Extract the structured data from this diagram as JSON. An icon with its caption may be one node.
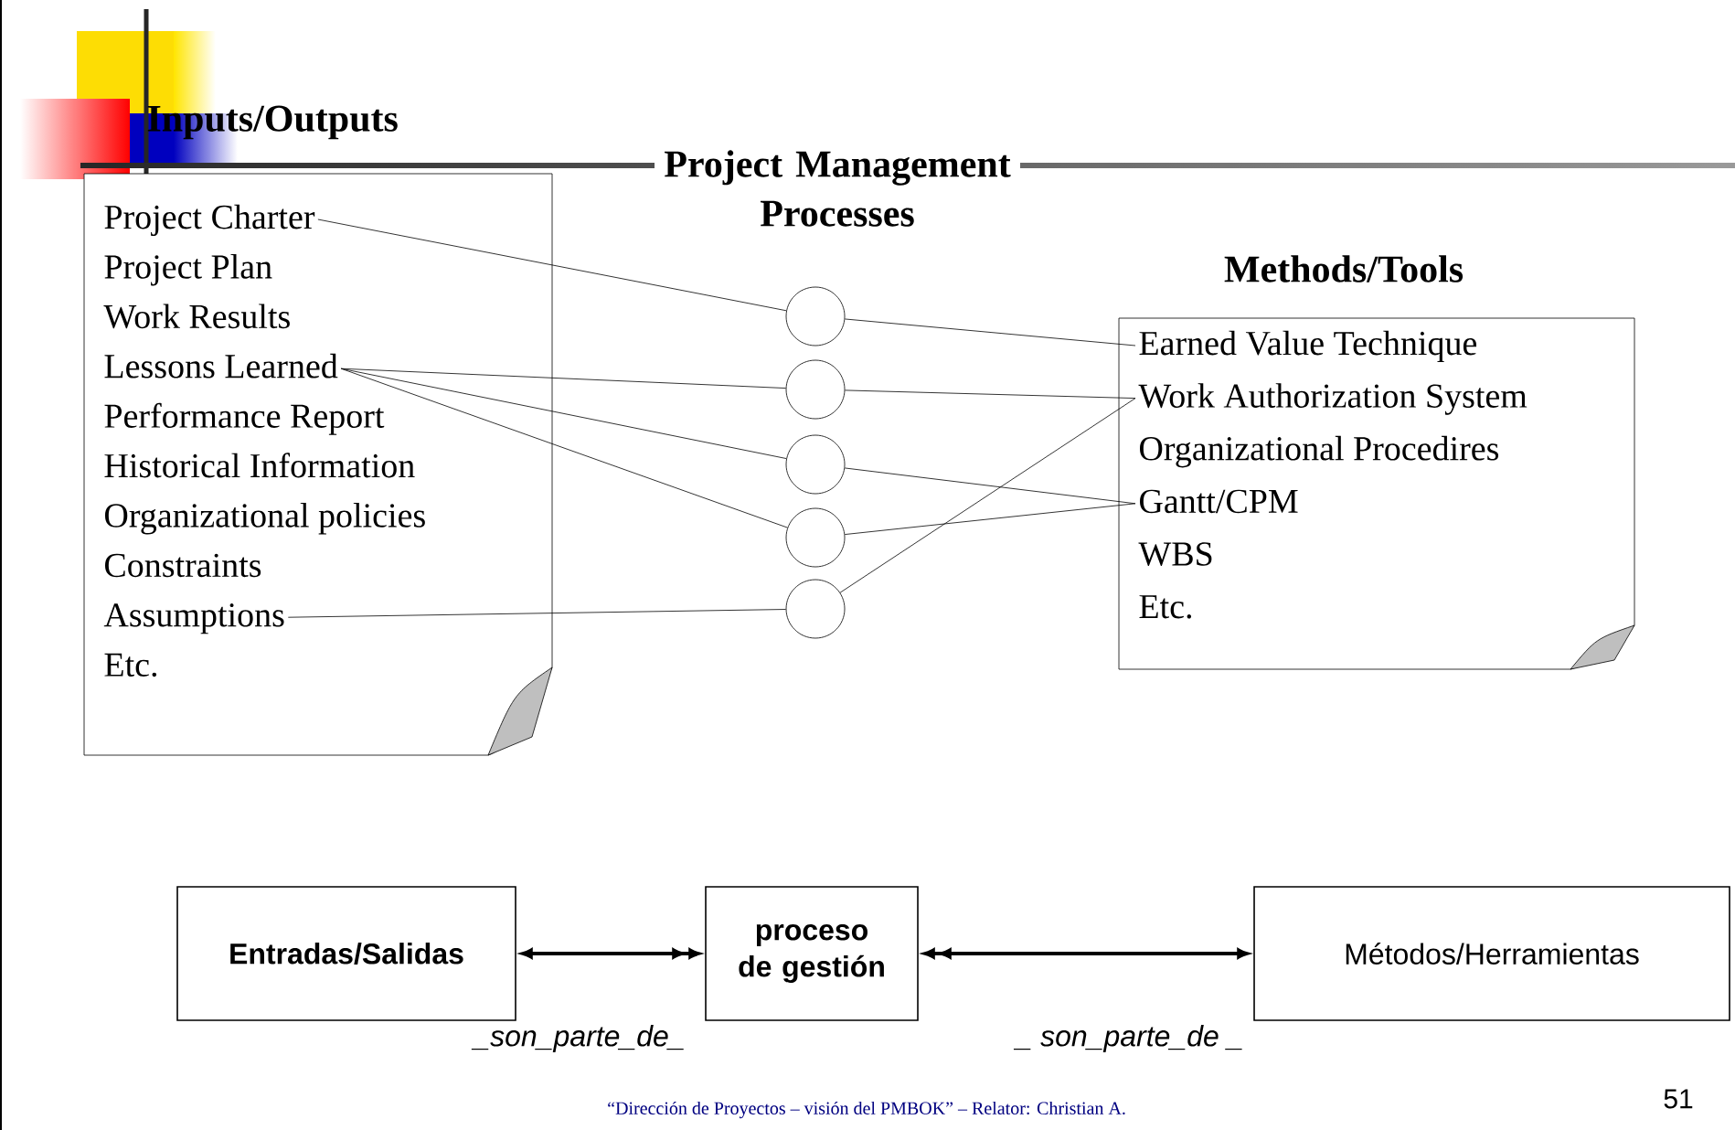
{
  "diagram": {
    "nodes": [
      {
        "text": [
          "Inputs/Outputs"
        ]
      },
      {
        "text": [
          "Project Charter"
        ],
        "in": 0
      },
      {
        "text": [
          "Project Plan"
        ],
        "in": 0
      },
      {
        "text": [
          "Work Results"
        ],
        "in": 0
      },
      {
        "text": [
          "Lessons Learned"
        ],
        "in": 0
      },
      {
        "text": [
          "Performance Report"
        ],
        "in": 0
      },
      {
        "text": [
          "Historical Information"
        ],
        "in": 0
      },
      {
        "text": [
          "Organizational policies"
        ],
        "in": 0
      },
      {
        "text": [
          "Constraints"
        ],
        "in": 0
      },
      {
        "text": [
          "Assumptions"
        ],
        "in": 0
      },
      {
        "text": [
          "Etc."
        ],
        "in": 0
      },
      {
        "text": [],
        "shape": "circle"
      },
      {
        "text": [],
        "shape": "circle"
      },
      {
        "text": [],
        "shape": "circle"
      },
      {
        "text": [],
        "shape": "circle"
      },
      {
        "text": [],
        "shape": "circle"
      },
      {
        "text": [
          "Methods/Tools"
        ]
      },
      {
        "text": [
          "Earned Value Technique"
        ],
        "in": 16
      },
      {
        "text": [
          "Work Authorization System"
        ],
        "in": 16
      },
      {
        "text": [
          "Organizational Procedires"
        ],
        "in": 16
      },
      {
        "text": [
          "Gantt/CPM"
        ],
        "in": 16
      },
      {
        "text": [
          "WBS"
        ],
        "in": 16
      },
      {
        "text": [
          "Etc."
        ],
        "in": 16
      },
      {
        "text": [
          "Entradas/Salidas"
        ]
      },
      {
        "text": [
          "proceso de gestión"
        ]
      },
      {
        "text": [
          "Métodos/Herramientas"
        ]
      }
    ],
    "edges": [
      {
        "from": 1,
        "to": 11,
        "arrow": "none"
      },
      {
        "from": 4,
        "to": 12,
        "arrow": "none"
      },
      {
        "from": 4,
        "to": 13,
        "arrow": "none"
      },
      {
        "from": 4,
        "to": 14,
        "arrow": "none"
      },
      {
        "from": 9,
        "to": 15,
        "arrow": "none"
      },
      {
        "from": 11,
        "to": 17,
        "arrow": "none"
      },
      {
        "from": 12,
        "to": 18,
        "arrow": "none"
      },
      {
        "from": 13,
        "to": 20,
        "arrow": "none"
      },
      {
        "from": 14,
        "to": 20,
        "arrow": "none"
      },
      {
        "from": 15,
        "to": 18,
        "arrow": "none"
      },
      {
        "from": 23,
        "to": 24,
        "arrow": "both",
        "style": "thick",
        "label": "*_son_parte_de_*"
      },
      {
        "from": 24,
        "to": 25,
        "arrow": "both",
        "style": "thick",
        "label": "*_ son_parte_de _*"
      }
    ],
    "labels": [
      "Project Management Processes",
      "51",
      "“Dirección de Proyectos – visión del PMBOK” – Relator: Christian A."
    ]
  }
}
